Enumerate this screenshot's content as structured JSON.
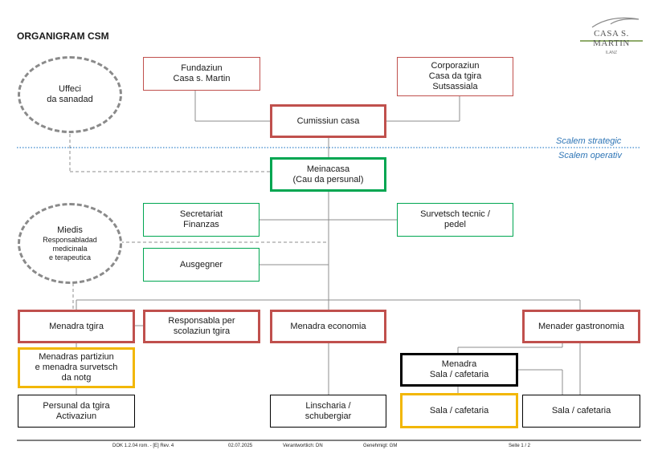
{
  "header": {
    "title": "ORGANIGRAM CSM",
    "logo_text": "CASA S. MARTIN",
    "logo_subtext": "ILANZ"
  },
  "scales": {
    "strategic": "Scalem strategic",
    "operative": "Scalem operativ"
  },
  "nodes": {
    "uffeci": "Uffeci\nda sanadad",
    "fundaziun": "Fundaziun\nCasa s. Martin",
    "corporaziun": "Corporaziun\nCasa da tgira\nSutsassiala",
    "cumissiun": "Cumissiun casa",
    "meinacasa": "Meinacasa\n(Cau da persunal)",
    "miedis_title": "Miedis",
    "miedis_sub": "Responsabladad\nmedicinala\ne terapeutica",
    "secretariat": "Secretariat\nFinanzas",
    "survetsch_tecnic": "Survetsch tecnic /\npedel",
    "ausgegner": "Ausgegner",
    "menadra_tgira": "Menadra tgira",
    "responsabla": "Responsabla per\nscolaziun tgira",
    "menadra_economia": "Menadra economia",
    "menader_gastronomia": "Menader gastronomia",
    "menadras_partiziun": "Menadras partiziun\ne menadra survetsch\nda notg",
    "menadra_sala": "Menadra\nSala / cafetaria",
    "persunal_tgira": "Persunal da tgira\nActivaziun",
    "linscharia": "Linscharia /\nschubergiar",
    "sala_cafetaria_1": "Sala / cafetaria",
    "sala_cafetaria_2": "Sala / cafetaria"
  },
  "footer": {
    "doc": "DOK 1.2.04 rom. - [E] Rev. 4",
    "date": "02.07.2025",
    "verantwortlich": "Verantwortlich: DN",
    "genehmigt": "Genehmigt: GM",
    "page": "Seite 1 / 2"
  },
  "colors": {
    "strategic_red": "#c0504d",
    "manager_green": "#00a651",
    "highlight_yellow": "#f2b705",
    "scale_blue": "#2e75b6",
    "logo_green": "#6a8f3a"
  }
}
